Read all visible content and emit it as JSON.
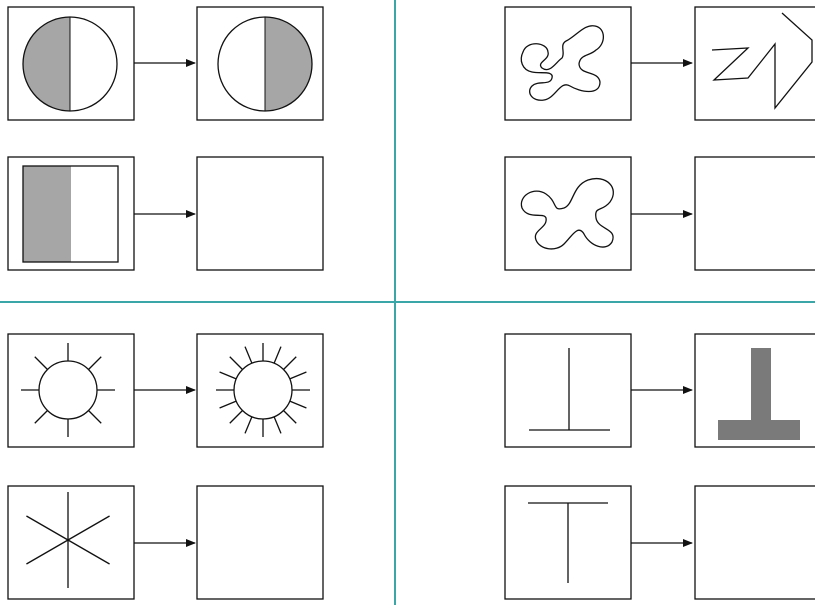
{
  "colors": {
    "divider": "#3aa6a8",
    "stroke": "#111111",
    "shade": "#a6a6a6",
    "solid": "#7a7a7a",
    "background": "#ffffff"
  },
  "quadrants": [
    {
      "id": "top-left",
      "rows": [
        {
          "source": "half-shaded-circle-left",
          "target": "half-shaded-circle-right",
          "target_empty": false
        },
        {
          "source": "half-shaded-square-left",
          "target": "",
          "target_empty": true
        }
      ]
    },
    {
      "id": "top-right",
      "rows": [
        {
          "source": "wiggly-outline-small",
          "target": "zigzag-angles",
          "target_empty": false
        },
        {
          "source": "wiggly-outline-large",
          "target": "",
          "target_empty": true
        }
      ]
    },
    {
      "id": "bottom-left",
      "rows": [
        {
          "source": "sun-8-rays",
          "target": "sun-16-rays",
          "target_empty": false
        },
        {
          "source": "six-pointed-asterisk",
          "target": "",
          "target_empty": true
        }
      ]
    },
    {
      "id": "bottom-right",
      "rows": [
        {
          "source": "thin-inverted-t",
          "target": "thick-inverted-t",
          "target_empty": false
        },
        {
          "source": "thin-t",
          "target": "",
          "target_empty": true
        }
      ]
    }
  ]
}
